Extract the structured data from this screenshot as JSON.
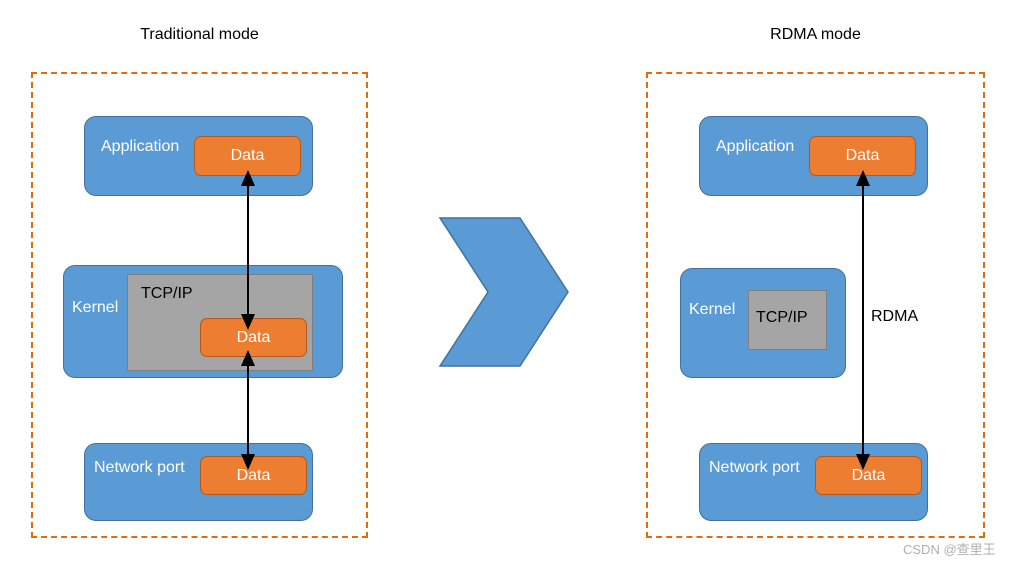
{
  "figure": {
    "watermark": "CSDN @查里王",
    "colors": {
      "blue": "#5B9BD5",
      "blue_border": "#41719C",
      "orange": "#ED7D31",
      "orange_border": "#AE5A21",
      "gray": "#A5A5A5",
      "gray_border": "#7F7F7F",
      "dashed_border": "#E36C0A",
      "arrow": "#000000",
      "background": "#FFFFFF"
    }
  },
  "panels": {
    "traditional": {
      "title": "Traditional mode",
      "application": {
        "label": "Application",
        "data_label": "Data"
      },
      "kernel": {
        "label": "Kernel",
        "stack_label": "TCP/IP",
        "data_label": "Data"
      },
      "network_port": {
        "label": "Network port",
        "data_label": "Data"
      }
    },
    "rdma": {
      "title": "RDMA mode",
      "application": {
        "label": "Application",
        "data_label": "Data"
      },
      "kernel": {
        "label": "Kernel",
        "stack_label": "TCP/IP"
      },
      "path_label": "RDMA",
      "network_port": {
        "label": "Network port",
        "data_label": "Data"
      }
    }
  },
  "center_arrow": {
    "icon": "chevron-right-icon"
  }
}
